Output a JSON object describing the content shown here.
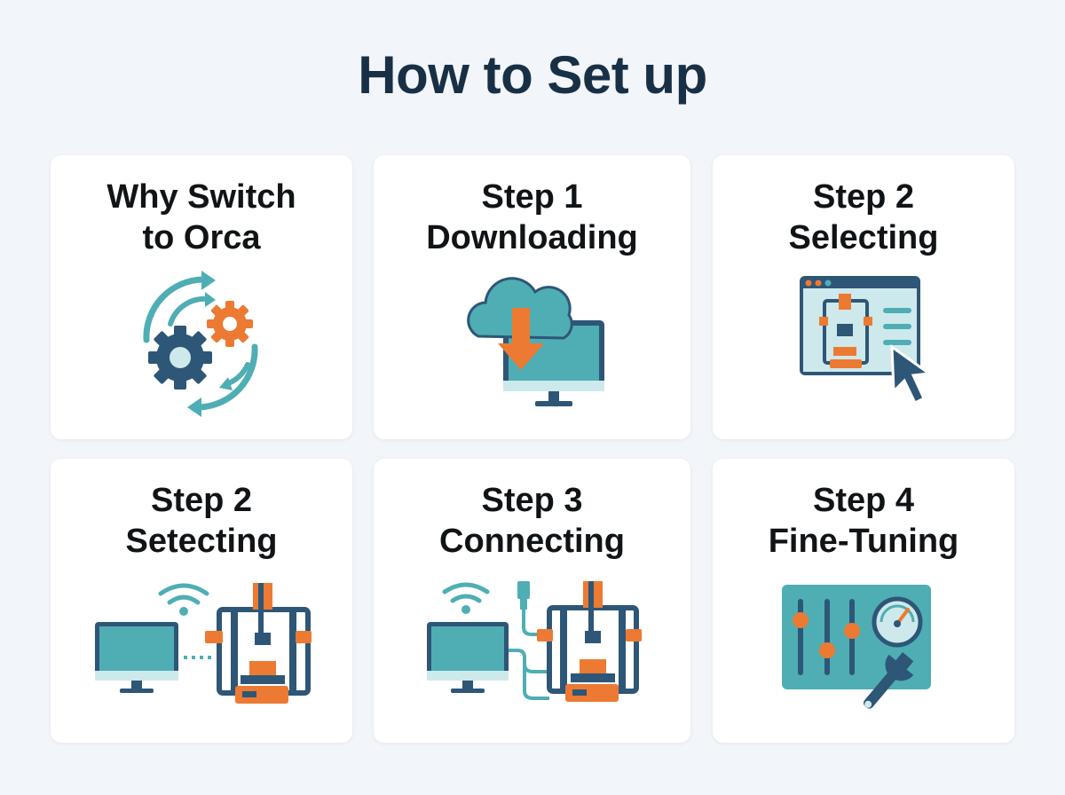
{
  "title": "How to Set up",
  "cards": [
    {
      "line1": "Why Switch",
      "line2": "to Orca",
      "icon": "gear-cycle-icon"
    },
    {
      "line1": "Step 1",
      "line2": "Downloading",
      "icon": "cloud-download-icon"
    },
    {
      "line1": "Step 2",
      "line2": "Selecting",
      "icon": "printer-select-icon"
    },
    {
      "line1": "Step 2",
      "line2": "Setecting",
      "icon": "wifi-printer-icon"
    },
    {
      "line1": "Step 3",
      "line2": "Connecting",
      "icon": "usb-printer-icon"
    },
    {
      "line1": "Step 4",
      "line2": "Fine-Tuning",
      "icon": "sliders-wrench-icon"
    }
  ],
  "colors": {
    "navy": "#2e5677",
    "teal": "#4eaeb4",
    "orange": "#ec7a32",
    "light": "#cde9ec"
  }
}
